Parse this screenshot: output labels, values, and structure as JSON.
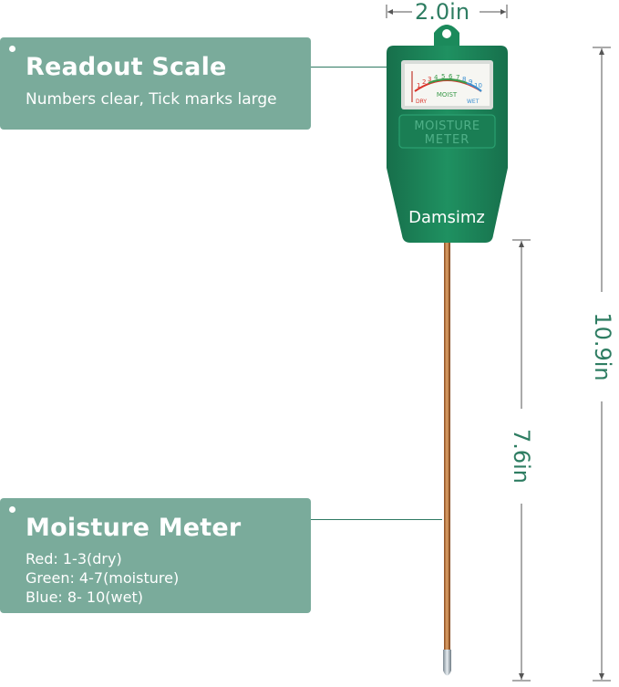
{
  "callouts": {
    "readout": {
      "title": "Readout Scale",
      "subtitle": "Numbers clear, Tick marks large"
    },
    "meter": {
      "title": "Moisture Meter",
      "lines": [
        "Red: 1-3(dry)",
        "Green: 4-7(moisture)",
        "Blue: 8- 10(wet)"
      ]
    }
  },
  "dimensions": {
    "width": "2.0in",
    "total_length": "10.9in",
    "probe_length": "7.6in"
  },
  "device": {
    "brand": "Damsimz",
    "label_line1": "MOISTURE",
    "label_line2": "METER",
    "dial_label": "MOIST",
    "dial_dry": "DRY",
    "dial_wet": "WET",
    "scale_numbers": [
      "1",
      "2",
      "3",
      "4",
      "5",
      "6",
      "7",
      "8",
      "9",
      "10"
    ]
  },
  "colors": {
    "card": "#7aab9b",
    "body": "#1d8a5c",
    "dimension": "#2e7d62",
    "scale_red": "#d9342b",
    "scale_green": "#3b9a4b",
    "scale_blue": "#3b8fd0"
  }
}
